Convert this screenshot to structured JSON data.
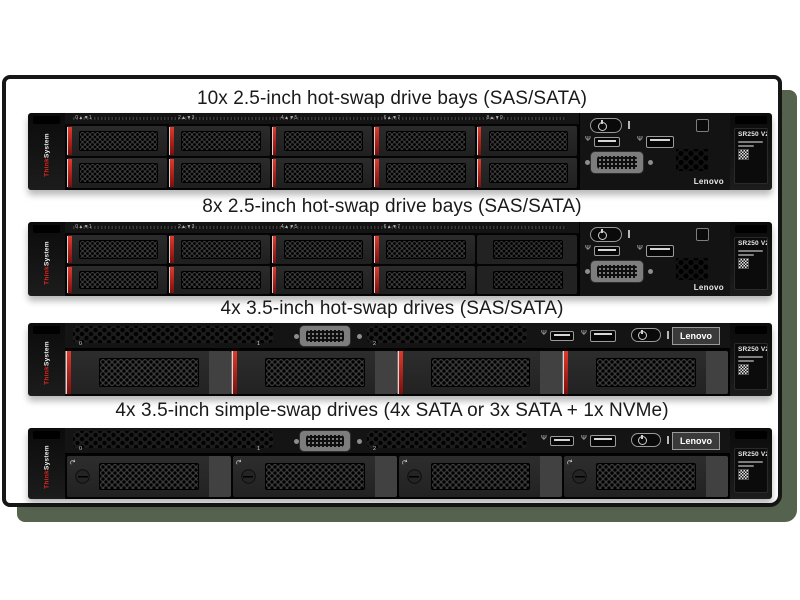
{
  "figure": {
    "rows": [
      {
        "caption": "10x 2.5-inch hot-swap drive bays (SAS/SATA)"
      },
      {
        "caption": "8x 2.5-inch hot-swap drive bays (SAS/SATA)"
      },
      {
        "caption": "4x 3.5-inch hot-swap drives (SAS/SATA)"
      },
      {
        "caption": "4x 3.5-inch simple-swap drives (4x SATA or 3x SATA + 1x NVMe)"
      }
    ]
  },
  "branding": {
    "think": "Think",
    "system": "System",
    "lenovo": "Lenovo",
    "model": "SR250 V2"
  },
  "bay_marks_2_5": [
    "0▲▼1",
    "2▲▼3",
    "4▲▼5",
    "6▲▼7",
    "8▲▼9"
  ],
  "bay_numbers_3_5": [
    "0",
    "1",
    "2"
  ],
  "icons": {
    "usb": "Ψ",
    "release_arrow": "↷"
  },
  "colors": {
    "latch_red": "#c0231c",
    "frame_border": "#161616",
    "frame_shadow": "#55624e",
    "chassis": "#191919",
    "caption_text": "#1a1a1a"
  }
}
